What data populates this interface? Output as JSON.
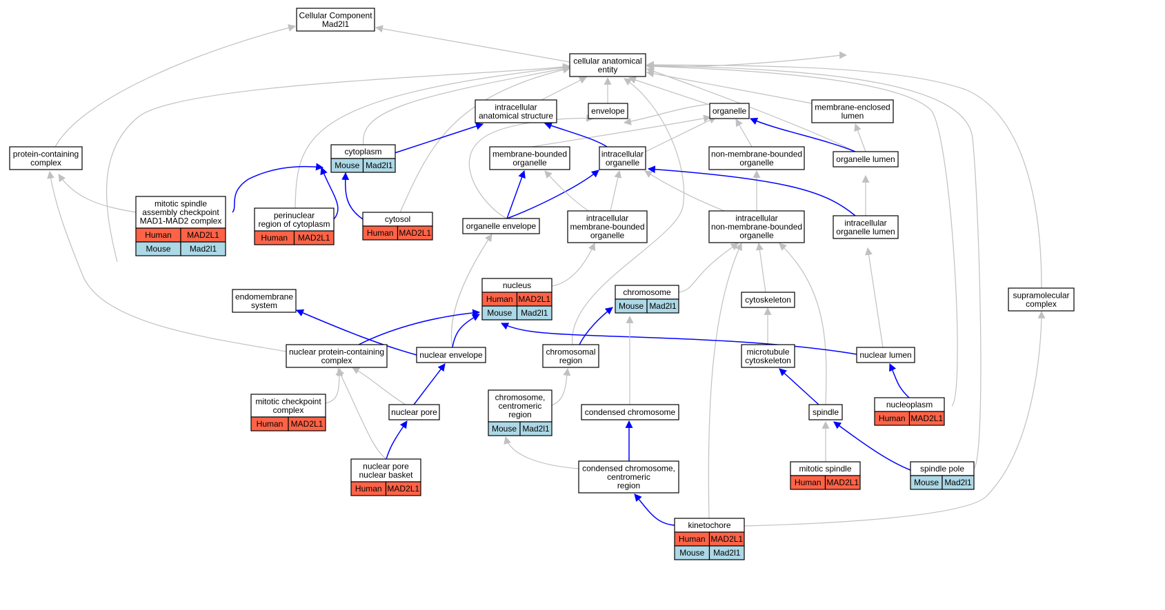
{
  "colors": {
    "edge_gray": "#c0c0c0",
    "edge_blue": "#0000ff",
    "human_fill": "#ff6347",
    "mouse_fill": "#add8e6",
    "node_fill": "#ffffff",
    "border": "#000000"
  },
  "nodes": {
    "root": {
      "lines": [
        "Cellular Component",
        "Mad2l1"
      ]
    },
    "cae": {
      "lines": [
        "cellular anatomical",
        "entity"
      ]
    },
    "ias": {
      "lines": [
        "intracellular",
        "anatomical structure"
      ]
    },
    "env": {
      "lines": [
        "envelope"
      ]
    },
    "org": {
      "lines": [
        "organelle"
      ]
    },
    "mel": {
      "lines": [
        "membrane-enclosed",
        "lumen"
      ]
    },
    "pcc": {
      "lines": [
        "protein-containing",
        "complex"
      ]
    },
    "cyt": {
      "lines": [
        "cytoplasm"
      ],
      "rows": [
        [
          "Mouse",
          "Mad2l1"
        ]
      ]
    },
    "mbo": {
      "lines": [
        "membrane-bounded",
        "organelle"
      ]
    },
    "iorg": {
      "lines": [
        "intracellular",
        "organelle"
      ]
    },
    "nmbo": {
      "lines": [
        "non-membrane-bounded",
        "organelle"
      ]
    },
    "olum": {
      "lines": [
        "organelle lumen"
      ]
    },
    "msac": {
      "lines": [
        "mitotic spindle",
        "assembly checkpoint",
        "MAD1-MAD2 complex"
      ],
      "rows": [
        [
          "Human",
          "MAD2L1"
        ],
        [
          "Mouse",
          "Mad2l1"
        ]
      ]
    },
    "prc": {
      "lines": [
        "perinuclear",
        "region of cytoplasm"
      ],
      "rows": [
        [
          "Human",
          "MAD2L1"
        ]
      ]
    },
    "cytosol": {
      "lines": [
        "cytosol"
      ],
      "rows": [
        [
          "Human",
          "MAD2L1"
        ]
      ]
    },
    "oenv": {
      "lines": [
        "organelle envelope"
      ]
    },
    "imbo": {
      "lines": [
        "intracellular",
        "membrane-bounded",
        "organelle"
      ]
    },
    "inmbo": {
      "lines": [
        "intracellular",
        "non-membrane-bounded",
        "organelle"
      ]
    },
    "iolum": {
      "lines": [
        "intracellular",
        "organelle lumen"
      ]
    },
    "nucleus": {
      "lines": [
        "nucleus"
      ],
      "rows": [
        [
          "Human",
          "MAD2L1"
        ],
        [
          "Mouse",
          "Mad2l1"
        ]
      ]
    },
    "chrom": {
      "lines": [
        "chromosome"
      ],
      "rows": [
        [
          "Mouse",
          "Mad2l1"
        ]
      ]
    },
    "cysk": {
      "lines": [
        "cytoskeleton"
      ]
    },
    "supra": {
      "lines": [
        "supramolecular",
        "complex"
      ]
    },
    "endo": {
      "lines": [
        "endomembrane",
        "system"
      ]
    },
    "npcc": {
      "lines": [
        "nuclear protein-containing",
        "complex"
      ]
    },
    "nenv": {
      "lines": [
        "nuclear envelope"
      ]
    },
    "chreg": {
      "lines": [
        "chromosomal",
        "region"
      ]
    },
    "mtcs": {
      "lines": [
        "microtubule",
        "cytoskeleton"
      ]
    },
    "nlum": {
      "lines": [
        "nuclear lumen"
      ]
    },
    "mcc": {
      "lines": [
        "mitotic checkpoint",
        "complex"
      ],
      "rows": [
        [
          "Human",
          "MAD2L1"
        ]
      ]
    },
    "npore": {
      "lines": [
        "nuclear pore"
      ]
    },
    "chcen": {
      "lines": [
        "chromosome,",
        "centromeric",
        "region"
      ],
      "rows": [
        [
          "Mouse",
          "Mad2l1"
        ]
      ]
    },
    "cchrom": {
      "lines": [
        "condensed chromosome"
      ]
    },
    "spindle": {
      "lines": [
        "spindle"
      ]
    },
    "nplasm": {
      "lines": [
        "nucleoplasm"
      ],
      "rows": [
        [
          "Human",
          "MAD2L1"
        ]
      ]
    },
    "npnb": {
      "lines": [
        "nuclear pore",
        "nuclear basket"
      ],
      "rows": [
        [
          "Human",
          "MAD2L1"
        ]
      ]
    },
    "ccc": {
      "lines": [
        "condensed chromosome,",
        "centromeric",
        "region"
      ]
    },
    "mspin": {
      "lines": [
        "mitotic spindle"
      ],
      "rows": [
        [
          "Human",
          "MAD2L1"
        ]
      ]
    },
    "spole": {
      "lines": [
        "spindle pole"
      ],
      "rows": [
        [
          "Mouse",
          "Mad2l1"
        ]
      ]
    },
    "kin": {
      "lines": [
        "kinetochore"
      ],
      "rows": [
        [
          "Human",
          "MAD2L1"
        ],
        [
          "Mouse",
          "Mad2l1"
        ]
      ]
    }
  }
}
